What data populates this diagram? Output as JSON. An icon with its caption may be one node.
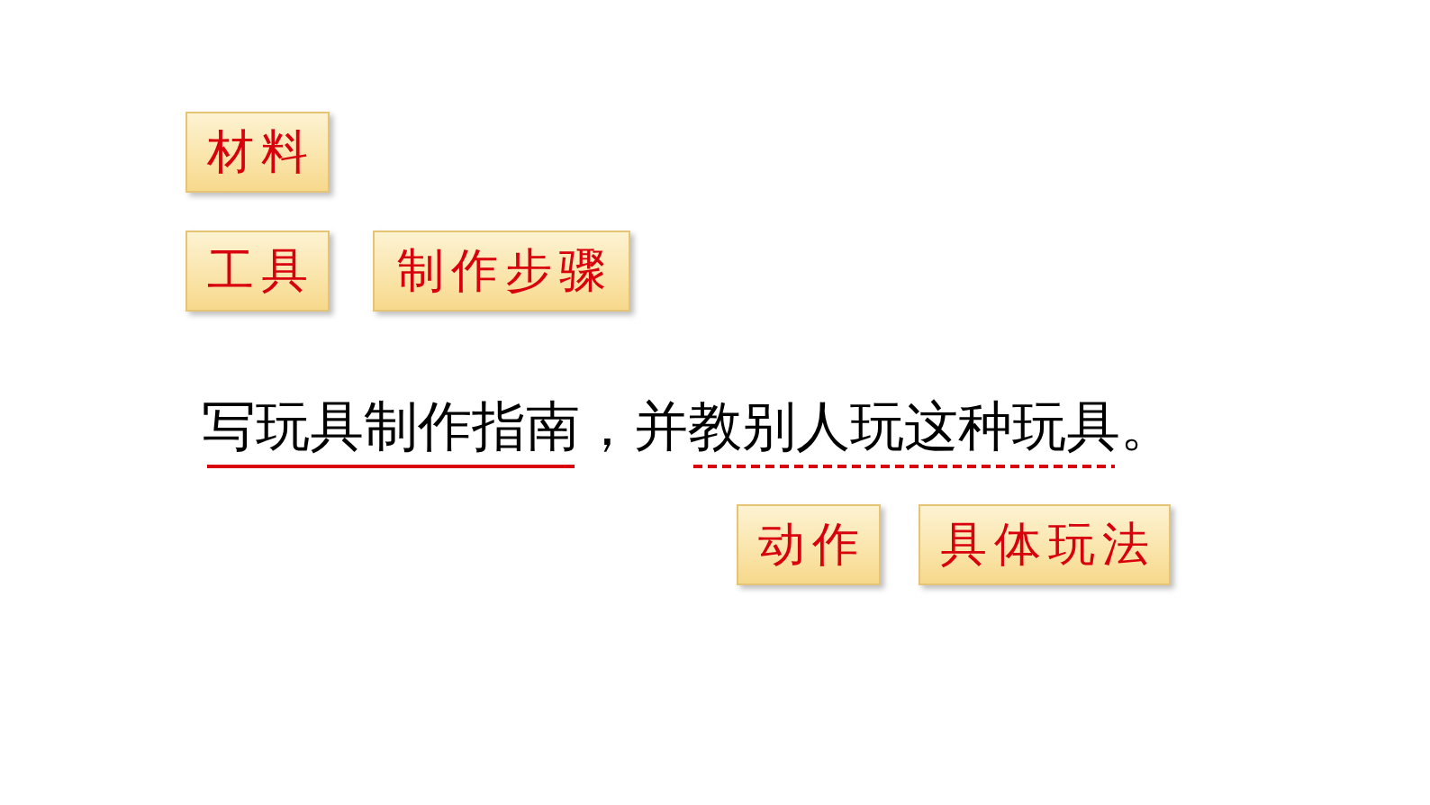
{
  "diagram": {
    "nodes": [
      {
        "text": [
          "材料"
        ]
      },
      {
        "text": [
          "工具"
        ]
      },
      {
        "text": [
          "制作步骤"
        ]
      },
      {
        "text": [
          "动作"
        ]
      },
      {
        "text": [
          "具体玩法"
        ]
      }
    ],
    "labels": [
      "写玩具制作指南，并教别人玩这种玩具。"
    ]
  }
}
